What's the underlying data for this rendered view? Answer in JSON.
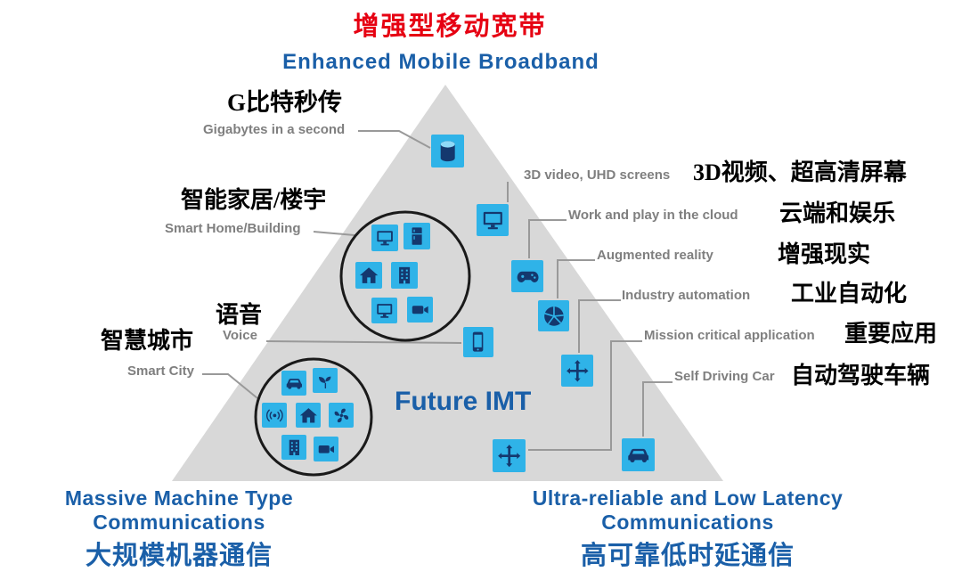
{
  "header": {
    "zh": "增强型移动宽带",
    "en": "Enhanced Mobile Broadband"
  },
  "center": {
    "label": "Future IMT"
  },
  "left": {
    "gigabit": {
      "zh": "G比特秒传",
      "en": "Gigabytes in a second"
    },
    "smart_home": {
      "zh": "智能家居/楼宇",
      "en": "Smart Home/Building"
    },
    "voice": {
      "zh": "语音",
      "en": "Voice"
    },
    "smart_city": {
      "zh": "智慧城市",
      "en": "Smart City"
    }
  },
  "right": {
    "video": {
      "en": "3D video, UHD screens",
      "zh": "3D视频、超高清屏幕"
    },
    "cloud": {
      "en": "Work and play in the cloud",
      "zh": "云端和娱乐"
    },
    "ar": {
      "en": "Augmented reality",
      "zh": "增强现实"
    },
    "automation": {
      "en": "Industry automation",
      "zh": "工业自动化"
    },
    "mission": {
      "en": "Mission critical  application",
      "zh": "重要应用"
    },
    "car": {
      "en": "Self Driving Car",
      "zh": "自动驾驶车辆"
    }
  },
  "corners": {
    "mmtc": {
      "en1": "Massive Machine Type",
      "en2": "Communications",
      "zh": "大规模机器通信"
    },
    "urllc": {
      "en1": "Ultra-reliable  and Low Latency",
      "en2": "Communications",
      "zh": "高可靠低时延通信"
    }
  },
  "icons": {
    "emb_peak": "database-cylinder",
    "video": "monitor-screen",
    "cloud": "game-controller",
    "ar": "shutter-globe",
    "automation": "four-way-arrows",
    "mission": "four-way-arrows",
    "self_driving": "car",
    "voice": "smartphone",
    "smart_home_cluster": [
      "monitor",
      "refrigerator",
      "house",
      "building",
      "tv-screen",
      "video-camera"
    ],
    "smart_city_cluster": [
      "car",
      "plant",
      "wireless-signal",
      "house",
      "fan",
      "building",
      "video-camera"
    ]
  },
  "colors": {
    "accent_blue": "#1a5fa8",
    "accent_red": "#e60012",
    "label_gray": "#7f7f7f",
    "triangle": "#d8d8d8",
    "icon_bg": "#2fb3e8",
    "icon_glyph": "#14386e",
    "connector": "#999999",
    "circle_stroke": "#1a1a1a"
  }
}
